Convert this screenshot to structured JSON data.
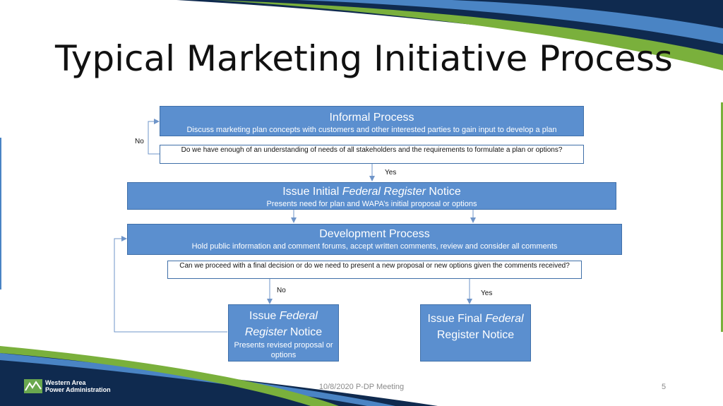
{
  "slide": {
    "title": "Typical Marketing Initiative Process",
    "footer_date": "10/8/2020 P-DP Meeting",
    "page_number": "5",
    "logo_line1": "Western Area",
    "logo_line2": "Power Administration"
  },
  "flow": {
    "informal": {
      "heading": "Informal Process",
      "detail": "Discuss marketing plan concepts with customers and other interested parties to gain input to develop a plan"
    },
    "question1": "Do we have enough of an understanding of needs of all stakeholders and the requirements to formulate a plan or options?",
    "no_label_1": "No",
    "yes_label_1": "Yes",
    "initial_notice": {
      "heading_pre": "Issue Initial ",
      "heading_em": "Federal Register",
      "heading_post": " Notice",
      "detail": "Presents need for plan and WAPA’s initial proposal or options"
    },
    "development": {
      "heading": "Development Process",
      "detail": "Hold public information and comment forums, accept written comments, review and consider all comments"
    },
    "question2": "Can we proceed with a final decision or do we need to present a new proposal or new options given the comments received?",
    "no_label_2": "No",
    "yes_label_2": "Yes",
    "revised_notice": {
      "heading_pre": "Issue ",
      "heading_em": "Federal Register",
      "heading_post": " Notice",
      "detail": "Presents revised proposal or options"
    },
    "final_notice": {
      "heading_pre": "Issue Final ",
      "heading_em": "Federal",
      "heading_post": " Register Notice"
    }
  },
  "colors": {
    "box_fill": "#5b8fcf",
    "box_border": "#3f6fa8",
    "connector": "#6f95c9",
    "navy": "#0f2a4f",
    "green": "#7ab03c"
  }
}
